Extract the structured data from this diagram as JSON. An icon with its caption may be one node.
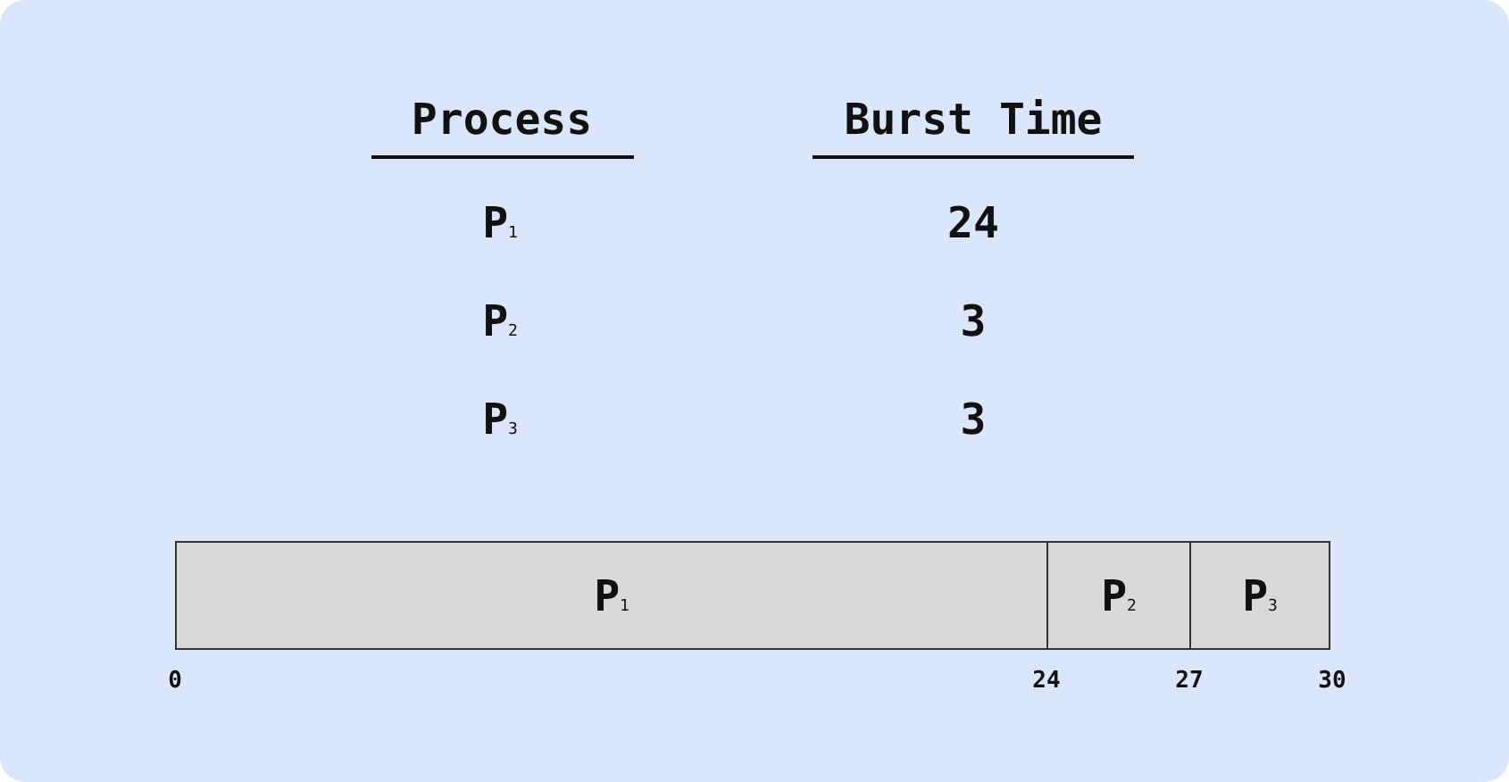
{
  "diagram": {
    "nodes": [
      {
        "text": [
          "P$_{1}$"
        ]
      },
      {
        "text": [
          "P$_{2}$"
        ]
      },
      {
        "text": [
          "P$_{3}$"
        ]
      }
    ],
    "labels": [
      "Process",
      "Burst Time",
      "P$_{1}$",
      "24",
      "P$_{2}$",
      "3",
      "P$_{3}$",
      "3",
      "0",
      "24",
      "27",
      "30"
    ]
  }
}
